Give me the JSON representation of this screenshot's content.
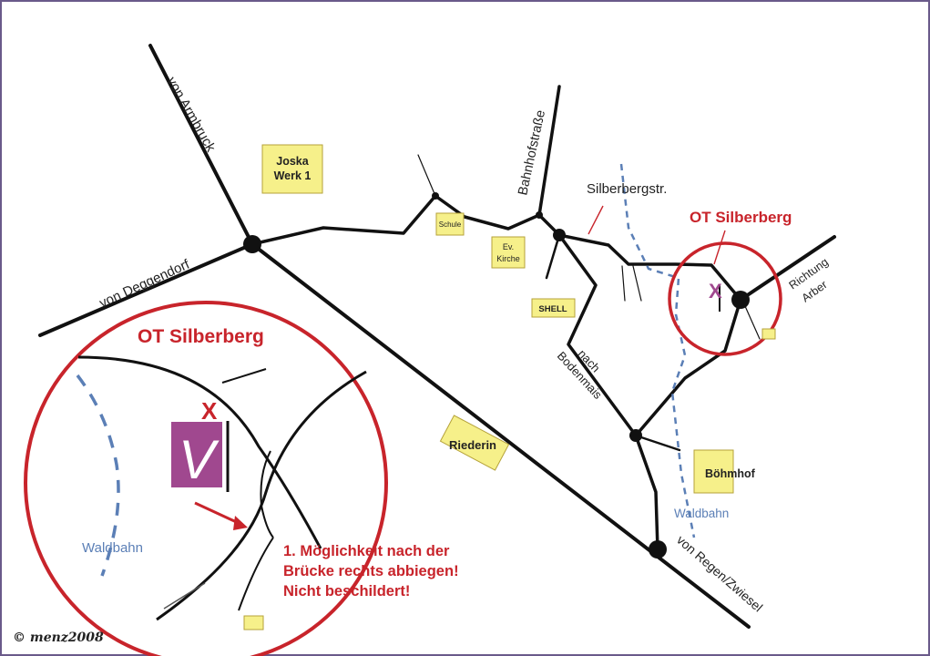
{
  "colors": {
    "road": "#111111",
    "accent_red": "#c8242b",
    "waldbahn_blue": "#5b7fb6",
    "building_yellow": "#f6f08a",
    "logo_purple": "#a0488f",
    "frame": "#6a5a8a"
  },
  "roads": {
    "von_armbruck": "von Armbruck",
    "von_deggendorf": "von Deggendorf",
    "bahnhofstrasse": "Bahnhofstraße",
    "silberbergstr": "Silberbergstr.",
    "richtung_arber": [
      "Richtung",
      "Arber"
    ],
    "nach_bodenmais": [
      "nach",
      "Bodenmais"
    ],
    "von_regen": "von Regen/Zwiesel"
  },
  "places": {
    "joska": [
      "Joska",
      "Werk 1"
    ],
    "schule": "Schule",
    "kirche": [
      "Ev.",
      "Kirche"
    ],
    "shell": "SHELL",
    "riederin": "Riederin",
    "boehmhof": "Böhmhof"
  },
  "markers": {
    "ot_silberberg": "OT Silberberg",
    "x_mark": "X",
    "waldbahn": "Waldbahn"
  },
  "inset": {
    "title": "OT Silberberg",
    "x_mark": "X",
    "waldbahn": "Waldbahn",
    "logo_letter": "V",
    "instruction": [
      "1. Möglichkeit nach der",
      "Brücke rechts abbiegen!",
      "Nicht beschildert!"
    ]
  },
  "copyright": "© menz2008"
}
